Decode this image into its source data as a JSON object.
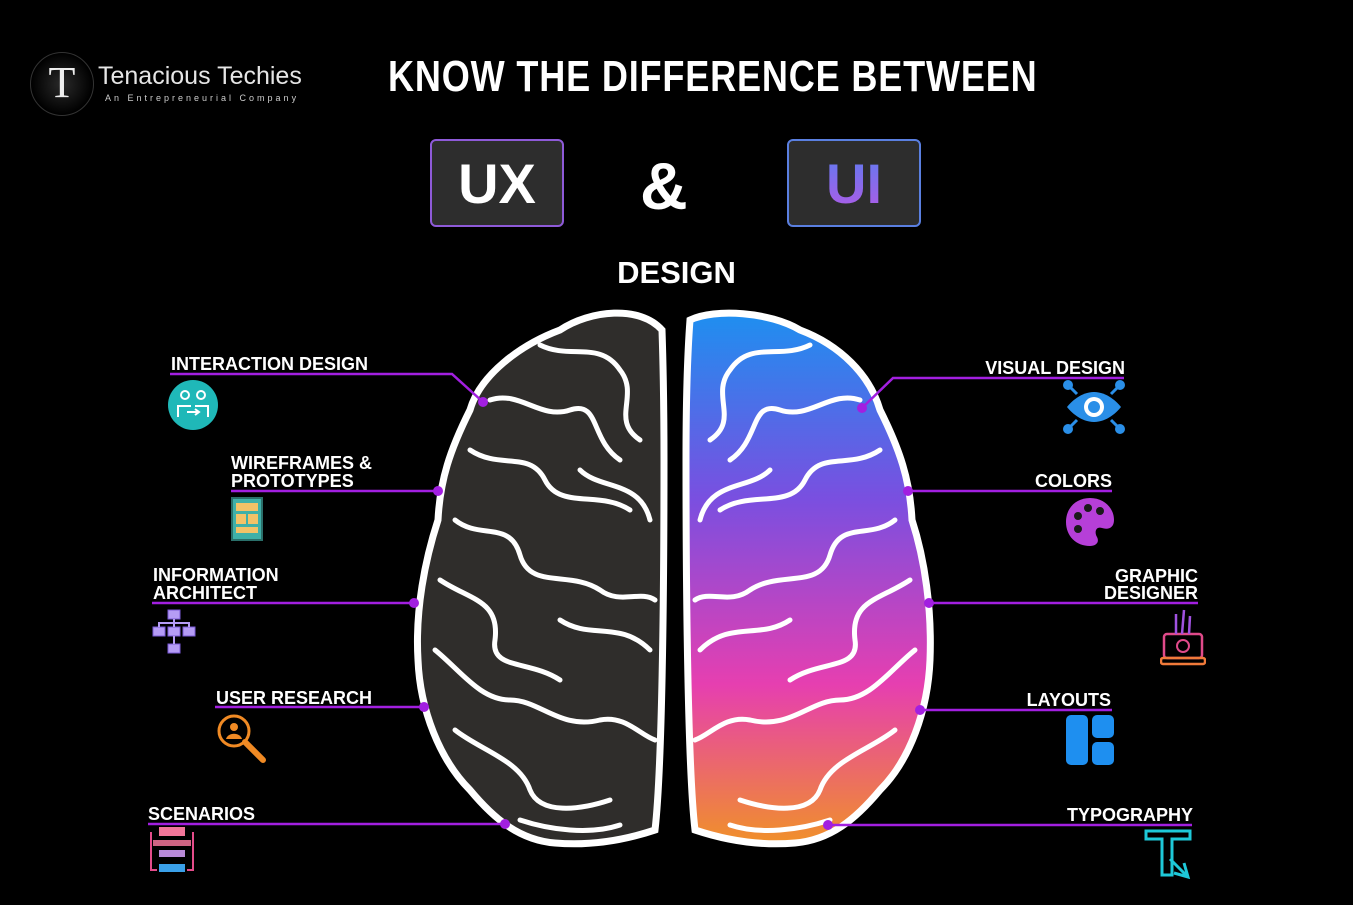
{
  "logo": {
    "mark": "T",
    "name": "Tenacious Techies",
    "tagline": "An Entrepreneurial Company"
  },
  "title": "KNOW THE DIFFERENCE BETWEEN",
  "ux_label": "UX",
  "amp": "&",
  "ui_label": "UI",
  "subtitle": "DESIGN",
  "colors": {
    "connector": "#a21fe0",
    "brain_left": "#2f2d2b",
    "ui_gradient": [
      "#1e8ff0",
      "#7a4fe0",
      "#e63fb0",
      "#f0902a"
    ]
  },
  "left_items": [
    {
      "label": "INTERACTION DESIGN",
      "icon": "interaction-icon"
    },
    {
      "label": "WIREFRAMES & PROTOTYPES",
      "line1": "WIREFRAMES &",
      "line2": "PROTOTYPES",
      "icon": "wireframe-icon"
    },
    {
      "label": "INFORMATION ARCHITECT",
      "line1": "INFORMATION",
      "line2": "ARCHITECT",
      "icon": "sitemap-icon"
    },
    {
      "label": "USER RESEARCH",
      "icon": "user-search-icon"
    },
    {
      "label": "SCENARIOS",
      "icon": "scenarios-icon"
    }
  ],
  "right_items": [
    {
      "label": "VISUAL DESIGN",
      "icon": "eye-icon"
    },
    {
      "label": "COLORS",
      "icon": "palette-icon"
    },
    {
      "label": "GRAPHIC DESIGNER",
      "line1": "GRAPHIC",
      "line2": "DESIGNER",
      "icon": "laptop-pen-icon"
    },
    {
      "label": "LAYOUTS",
      "icon": "layout-icon"
    },
    {
      "label": "TYPOGRAPHY",
      "icon": "typography-icon"
    }
  ]
}
